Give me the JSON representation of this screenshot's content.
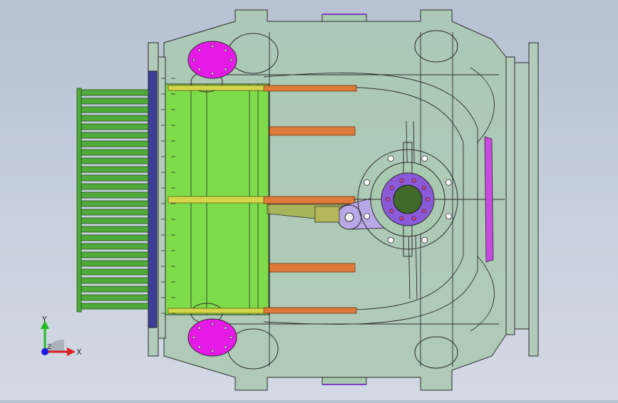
{
  "viewport": {
    "name": "cad-3d-viewport",
    "colors": {
      "background_top": "#b7c1d2",
      "background_bottom": "#d3d9e4",
      "housing": "#a9c9b0",
      "green_cylinder": "#7edc4a",
      "fin_green": "#4faa3a",
      "magenta_cover": "#e61ae6",
      "purple_hub": "#8a5ad8",
      "lavender_arm": "#b9a8e6",
      "orange_rail": "#e07a3a",
      "yellow_bar": "#d6d64a",
      "navy_plate": "#3d3d9a"
    }
  },
  "triad": {
    "y_label": "Y",
    "x_label": "X",
    "z_label": "Z"
  }
}
